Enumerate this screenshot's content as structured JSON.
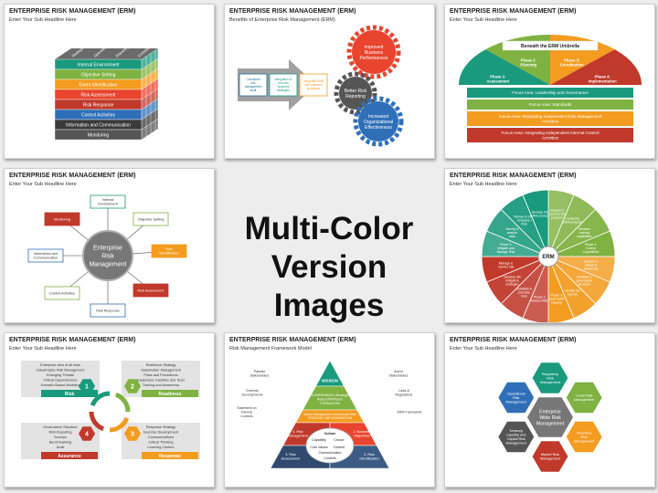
{
  "center_title": [
    "Multi-Color",
    "Version Images"
  ],
  "slides": [
    {
      "title": "ENTERPRISE RISK MANAGEMENT (ERM)",
      "subtitle": "Enter Your Sub Headline Here",
      "top_labels": [
        "Strategic",
        "Operations",
        "Reporting",
        "Compliance"
      ],
      "layers": [
        "Internal Environment",
        "Objective Setting",
        "Event Identification",
        "Risk Assessment",
        "Risk Response",
        "Control Activities",
        "Information and Communication",
        "Monitoring"
      ],
      "colors": [
        "#1a9a7c",
        "#7fb241",
        "#f39c1f",
        "#e8442e",
        "#c0392b",
        "#2f6fb8",
        "#3a3a3a",
        "#555555"
      ]
    },
    {
      "title": "ENTERPRISE RISK MANAGEMENT (ERM)",
      "subtitle": "Benefits of Enterprise Risk Management (ERM)",
      "inputs": [
        "Consistent risk management audit",
        "Integration of risk into business strategies",
        "Integrated ERM with business processes"
      ],
      "gears": [
        "Improved Business Performances",
        "Better Risk Reporting",
        "Increased Organizational Effectiveness"
      ]
    },
    {
      "title": "ENTERPRISE RISK MANAGEMENT (ERM)",
      "subtitle": "Enter Your Sub Headline Here",
      "umbrella_label": "Beneath the ERM Umbrella",
      "phases": [
        "Phase 1: Assessment",
        "Phase 2: Planning",
        "Phase 3: Coordination",
        "Phase 4: Implementation"
      ],
      "bars": [
        "Focus Area: Leadership and Governance",
        "Focus Area: Standards",
        "Focus Area: Integrating Independent Risk Management Activities",
        "Focus Area: Integrating Independent Internal Control Activities"
      ]
    },
    {
      "title": "ENTERPRISE RISK MANAGEMENT (ERM)",
      "subtitle": "Enter Your Sub Headline Here",
      "hub": "Enterprise Risk Management",
      "nodes": [
        "Internal Environment",
        "Objective Setting",
        "Risk Identification",
        "Risk Assessment",
        "Risk Response",
        "Control Activities",
        "Information and Communication",
        "Monitoring"
      ]
    },
    {
      "title": "ENTERPRISE RISK MANAGEMENT (ERM)",
      "subtitle": "Enter Your Sub Headline Here",
      "core": "ERM",
      "segments": [
        "Support & resource the program",
        "Create the ERM program",
        "Structure training capabilities",
        "Phase 1: Culture Capabilities",
        "Embed in culture & leadership",
        "Establish a governance structure",
        "Identify the top risk",
        "Phase 3: Build ERM capacity",
        "Phase 2: Assess Risks",
        "Establish & prioritize risks",
        "Develop risk mitigation strategies",
        "Manage & monitor risk",
        "Phase 4: Mitigate and Manage Risk",
        "Identify & analyze risks",
        "Review & ERM Schedule / Plan",
        "Develop the ERM process"
      ]
    },
    {
      "title": "ENTERPRISE RISK MANAGEMENT (ERM)",
      "subtitle": "Enter Your Sub Headline Here",
      "cards": [
        {
          "num": "1",
          "label": "Risk",
          "lines": [
            "Enterprise view of all risks",
            "Catastrophic Risk Management",
            "Emerging Threats",
            "Critical Dependencies",
            "Scenario Based Modeling"
          ]
        },
        {
          "num": "2",
          "label": "Readiness",
          "lines": [
            "Resilience Strategy",
            "Stakeholder Management",
            "Plans and Procedures",
            "Equipment, Facilities and Tools",
            "Training and Awareness"
          ]
        },
        {
          "num": "3",
          "label": "Response",
          "lines": [
            "Response Strategy",
            "Exercise Development",
            "Communications",
            "Critical Thinking",
            "Learning Centers"
          ]
        },
        {
          "num": "4",
          "label": "Assurance",
          "lines": [
            "Governance Structure",
            "Risk Reporting",
            "Surveys",
            "Benchmarking",
            "Audit"
          ]
        }
      ]
    },
    {
      "title": "ENTERPRISE RISK MANAGEMENT (ERM)",
      "subtitle": "Risk Management Framework Model",
      "levels": [
        "MISSION",
        "GOVERNANCE (Strategic Risk) STRATEGY FORMATION",
        "Senior Management Governance Risk STRATEGY IMPLEMENTATION",
        "4. Risk Management",
        "1. Business Objectives",
        "3. Risk Assessment",
        "2. Risk Identification"
      ],
      "core": [
        "Culture",
        "Capability",
        "Choice",
        "Core Values",
        "Context",
        "Communication",
        "Controls"
      ],
      "left_labels": [
        "Passive Stakeholders",
        "External Developments",
        "Statement on Internal Controls"
      ],
      "right_labels": [
        "Active Stakeholders",
        "Laws & Regulations",
        "ERM Framework"
      ]
    },
    {
      "title": "ENTERPRISE RISK MANAGEMENT (ERM)",
      "subtitle": "Enter Your Sub Headline Here",
      "hub": "Enterprise Wide Risk Management",
      "hexes": [
        "Regulatory Risk Management",
        "Credit Risk Management",
        "Insurance Risk Management",
        "Market Risk Management",
        "Treasury, Liquidity and Capital Risk Management",
        "Operational Risk Management"
      ]
    }
  ]
}
